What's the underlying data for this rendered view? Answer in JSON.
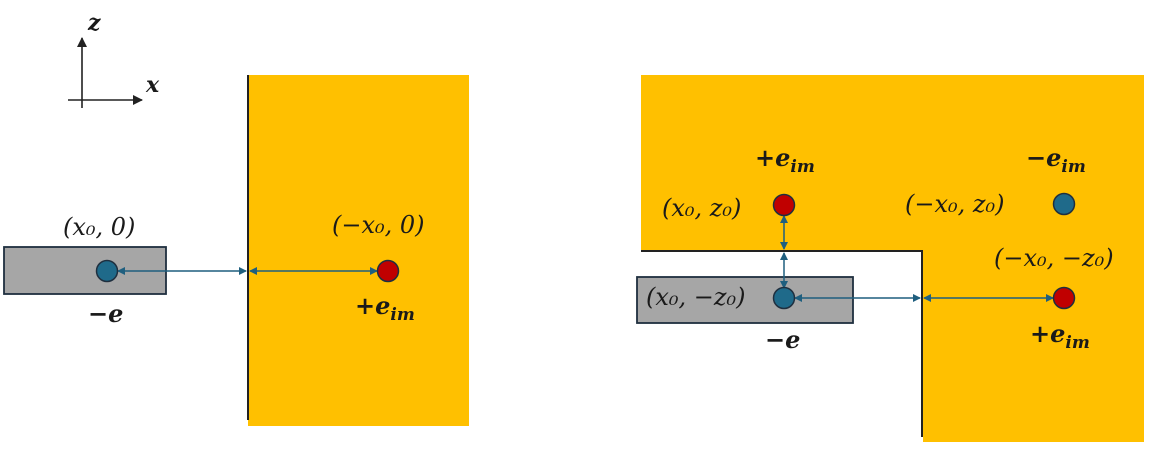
{
  "colors": {
    "metal": "#FFC000",
    "gray_block": "#A6A6A6",
    "outline": "#1F2F3F",
    "electron": "#1F6A8A",
    "image_charge": "#C00000",
    "arrow": "#1F5F7F",
    "edge": "#222222"
  },
  "axes": {
    "z_label": "z",
    "x_label": "x"
  },
  "left_panel": {
    "electron_coord": "(x₀, 0)",
    "image_coord": "(−x₀, 0)",
    "electron_charge": "−e",
    "image_charge": "+e",
    "image_sub": "im"
  },
  "right_panel": {
    "top_image_charge": "+e",
    "top_image_sub": "im",
    "top_right_charge": "−e",
    "top_right_sub": "im",
    "coord_x0_z0": "(x₀, z₀)",
    "coord_negx0_z0": "(−x₀, z₀)",
    "coord_negx0_negz0": "(−x₀, −z₀)",
    "coord_x0_negz0": "(x₀, −z₀)",
    "electron_charge": "−e",
    "bottom_image_charge": "+e",
    "bottom_image_sub": "im"
  }
}
